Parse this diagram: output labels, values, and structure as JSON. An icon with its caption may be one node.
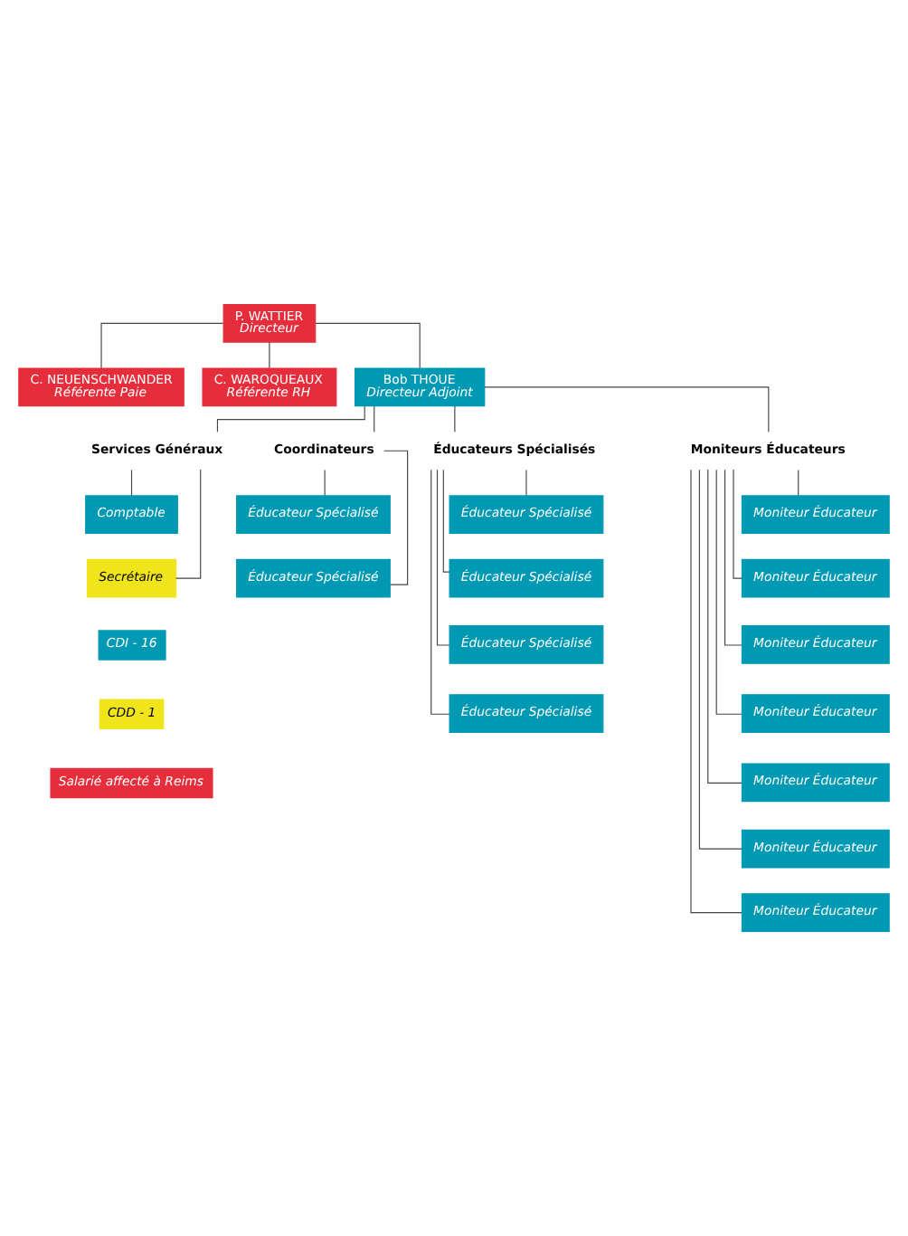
{
  "diagram": {
    "nodes": [
      {
        "text": [
          "P. WATTIER",
          "Directeur"
        ]
      },
      {
        "text": [
          "C. NEUENSCHWANDER",
          "Référente Paie"
        ]
      },
      {
        "text": [
          "C. WAROQUEAUX",
          "Référente RH"
        ]
      },
      {
        "text": [
          "Bob THOUE",
          "Directeur Adjoint"
        ]
      },
      {
        "text": [
          "Services Généraux"
        ]
      },
      {
        "text": [
          "Coordinateurs"
        ]
      },
      {
        "text": [
          "Éducateurs Spécialisés"
        ]
      },
      {
        "text": [
          "Moniteurs Éducateurs"
        ]
      },
      {
        "text": [
          "Comptable"
        ]
      },
      {
        "text": [
          "Secrétaire"
        ]
      },
      {
        "text": [
          "Éducateur Spécialisé"
        ]
      },
      {
        "text": [
          "Éducateur Spécialisé"
        ]
      },
      {
        "text": [
          "Éducateur Spécialisé"
        ]
      },
      {
        "text": [
          "Éducateur Spécialisé"
        ]
      },
      {
        "text": [
          "Éducateur Spécialisé"
        ]
      },
      {
        "text": [
          "Éducateur Spécialisé"
        ]
      },
      {
        "text": [
          "Moniteur Éducateur"
        ]
      },
      {
        "text": [
          "Moniteur Éducateur"
        ]
      },
      {
        "text": [
          "Moniteur Éducateur"
        ]
      },
      {
        "text": [
          "Moniteur Éducateur"
        ]
      },
      {
        "text": [
          "Moniteur Éducateur"
        ]
      },
      {
        "text": [
          "Moniteur Éducateur"
        ]
      },
      {
        "text": [
          "Moniteur Éducateur"
        ]
      }
    ],
    "edges": [
      {
        "from": 0,
        "to": 1,
        "arrow": "none"
      },
      {
        "from": 0,
        "to": 2,
        "arrow": "none"
      },
      {
        "from": 0,
        "to": 3,
        "arrow": "none"
      },
      {
        "from": 3,
        "to": 4,
        "arrow": "none"
      },
      {
        "from": 3,
        "to": 5,
        "arrow": "none"
      },
      {
        "from": 3,
        "to": 6,
        "arrow": "none"
      },
      {
        "from": 3,
        "to": 7,
        "arrow": "none"
      },
      {
        "from": 4,
        "to": 8,
        "arrow": "none"
      },
      {
        "from": 4,
        "to": 9,
        "arrow": "none"
      },
      {
        "from": 5,
        "to": 10,
        "arrow": "none"
      },
      {
        "from": 5,
        "to": 11,
        "arrow": "none"
      },
      {
        "from": 6,
        "to": 12,
        "arrow": "none"
      },
      {
        "from": 6,
        "to": 13,
        "arrow": "none"
      },
      {
        "from": 6,
        "to": 14,
        "arrow": "none"
      },
      {
        "from": 6,
        "to": 15,
        "arrow": "none"
      },
      {
        "from": 7,
        "to": 16,
        "arrow": "none"
      },
      {
        "from": 7,
        "to": 17,
        "arrow": "none"
      },
      {
        "from": 7,
        "to": 18,
        "arrow": "none"
      },
      {
        "from": 7,
        "to": 19,
        "arrow": "none"
      },
      {
        "from": 7,
        "to": 20,
        "arrow": "none"
      },
      {
        "from": 7,
        "to": 21,
        "arrow": "none"
      },
      {
        "from": 7,
        "to": 22,
        "arrow": "none"
      }
    ],
    "legend": [
      {
        "text": "CDI - 16",
        "color": "#0099b4"
      },
      {
        "text": "CDD - 1",
        "color": "#f0e51a"
      },
      {
        "text": "Salarié affecté à Reims",
        "color": "#e52d3b"
      }
    ]
  }
}
